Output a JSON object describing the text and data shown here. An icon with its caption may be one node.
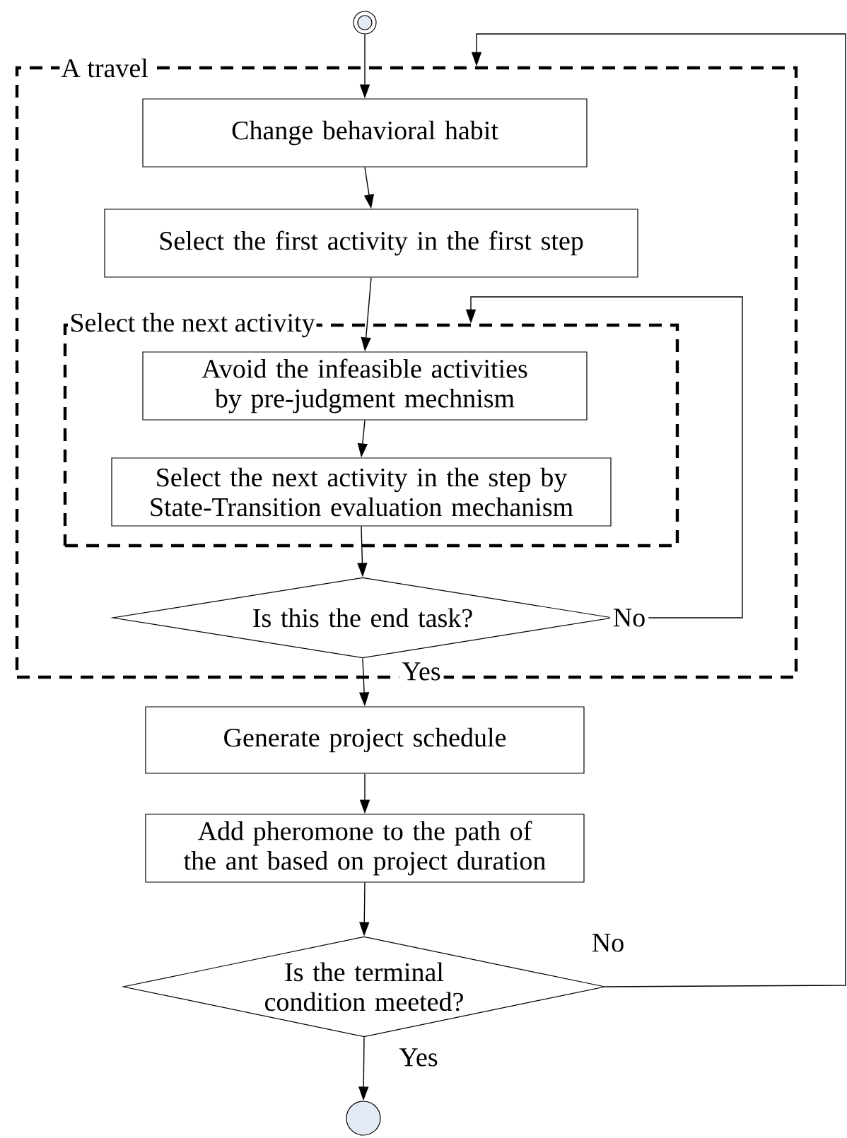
{
  "diagram": {
    "nodes": [
      {
        "text": [],
        "shape": "circle"
      },
      {
        "text": [
          "A travel"
        ]
      },
      {
        "text": [
          "Change behavioral habit"
        ],
        "in": 1
      },
      {
        "text": [
          "Select the first activity in the first step"
        ],
        "in": 1
      },
      {
        "text": [
          "Select the next activity"
        ],
        "in": 1
      },
      {
        "text": [
          "Avoid the infeasible activities by pre-judgment mechnism"
        ],
        "in": 4
      },
      {
        "text": [
          "Select the next activity in the step by State-Transition evaluation mechanism"
        ],
        "in": 4
      },
      {
        "text": [
          "Is this the end task?"
        ],
        "in": 1
      },
      {
        "text": [
          "Generate project schedule"
        ]
      },
      {
        "text": [
          "Add pheromone to the path of the ant based on project duration"
        ]
      },
      {
        "text": [
          "Is the terminal condition meeted?"
        ]
      },
      {
        "text": [],
        "shape": "circle"
      }
    ],
    "edges": [
      {
        "from": 0,
        "to": 2,
        "arrow": "to"
      },
      {
        "from": 2,
        "to": 3,
        "arrow": "to"
      },
      {
        "from": 3,
        "to": 5,
        "arrow": "to"
      },
      {
        "from": 5,
        "to": 6,
        "arrow": "to"
      },
      {
        "from": 6,
        "to": 7,
        "arrow": "to"
      },
      {
        "from": 7,
        "to": 4,
        "arrow": "to",
        "label": "No"
      },
      {
        "from": 7,
        "to": 8,
        "arrow": "to",
        "label": "Yes"
      },
      {
        "from": 8,
        "to": 9,
        "arrow": "to"
      },
      {
        "from": 9,
        "to": 10,
        "arrow": "to"
      },
      {
        "from": 10,
        "to": 1,
        "arrow": "to",
        "label": "No"
      },
      {
        "from": 10,
        "to": 11,
        "arrow": "to",
        "label": "Yes"
      }
    ]
  }
}
